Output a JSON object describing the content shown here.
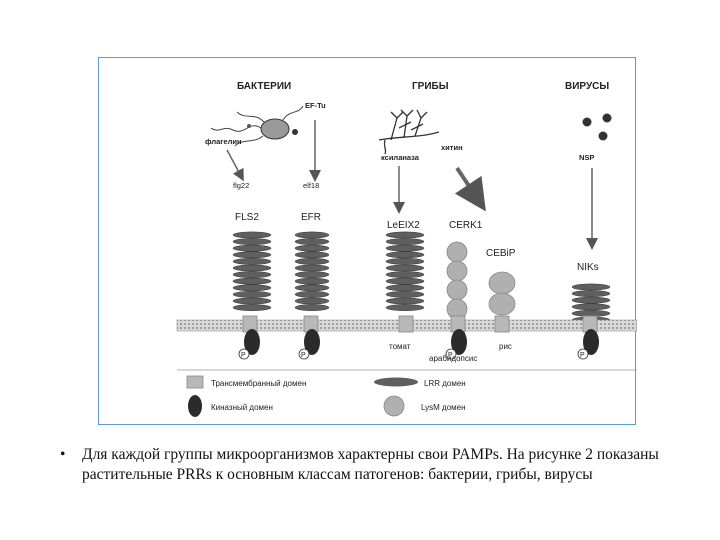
{
  "figure": {
    "groups": {
      "bacteria": "БАКТЕРИИ",
      "fungi": "ГРИБЫ",
      "viruses": "ВИРУСЫ"
    },
    "ligands": {
      "ef_tu": "EF-Tu",
      "flagellin": "флагелин",
      "flg22": "flg22",
      "elf18": "elf18",
      "xylanase": "ксиланаза",
      "chitin": "хитин",
      "nsp": "NSP"
    },
    "receptors": {
      "fls2": "FLS2",
      "efr": "EFR",
      "leeix2": "LeEIX2",
      "cerk1": "CERK1",
      "cebip": "CEBiP",
      "niks": "NIKs"
    },
    "phospho": "P",
    "plants": {
      "tomato": "томат",
      "arabidopsis": "арабидопсис",
      "rice": "рис"
    },
    "legend": {
      "transmembrane": "Трансмембранный домен",
      "lrr": "LRR домен",
      "kinase": "Киназный домен",
      "lysm": "LysM домен"
    },
    "colors": {
      "lrr": "#5f5f5f",
      "lysm": "#b0b0b0",
      "kinase": "#2b2b2b",
      "transmembrane": "#b8b8b8"
    }
  },
  "caption": {
    "bullet": "•",
    "text": "Для каждой группы микроорганизмов характерны свои PAMPs. На рисунке 2 показаны растительные PRRs к основным классам патогенов: бактерии, грибы, вирусы"
  }
}
